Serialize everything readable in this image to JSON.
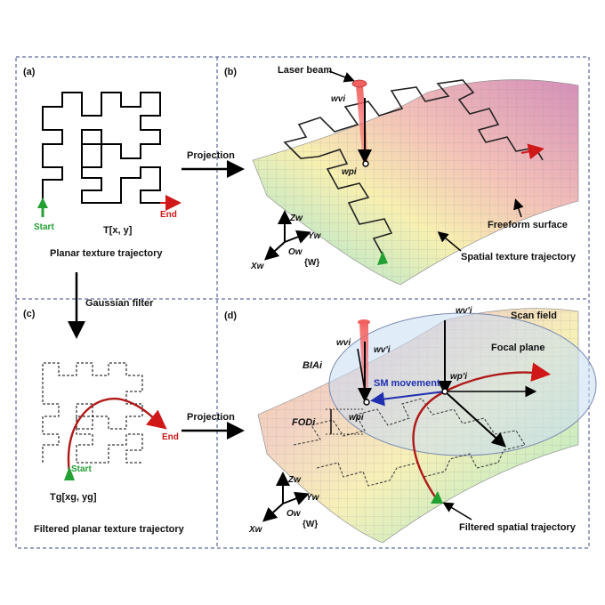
{
  "panels": {
    "a": {
      "tag": "(a)",
      "start": "Start",
      "end": "End",
      "trajectory_symbol": "T[x, y]",
      "caption": "Planar texture trajectory"
    },
    "b": {
      "tag": "(b)",
      "laser_beam": "Laser beam",
      "vi": "wvi",
      "pi": "wpi",
      "freeform": "Freeform surface",
      "spatial": "Spatial texture trajectory",
      "axis_z": "Zw",
      "axis_y": "Yw",
      "axis_x": "Xw",
      "origin": "Ow",
      "frame": "{W}"
    },
    "c": {
      "tag": "(c)",
      "start": "Start",
      "end": "End",
      "trajectory_symbol": "Tg[xg, yg]",
      "caption": "Filtered planar texture trajectory"
    },
    "d": {
      "tag": "(d)",
      "vi_prime_top": "wv'i",
      "scan_field": "Scan field",
      "focal_plane": "Focal plane",
      "vi": "wvi",
      "vi_prime": "wv'i",
      "bia": "BIAi",
      "sm_movement": "SM movement",
      "pi_prime": "wp'i",
      "fod": "FODi",
      "pi": "wpi",
      "filtered_spatial": "Filtered spatial trajectory",
      "axis_z": "Zw",
      "axis_y": "Yw",
      "axis_x": "Xw",
      "origin": "Ow",
      "frame": "{W}"
    }
  },
  "arrows": {
    "projection_top": "Projection",
    "projection_bottom": "Projection",
    "gaussian": "Gaussian filter"
  },
  "colors": {
    "border": "#3b4a8a",
    "start": "#22a032",
    "end": "#d01818",
    "laser": "#f26060",
    "sm_movement": "#1f2fb0"
  }
}
